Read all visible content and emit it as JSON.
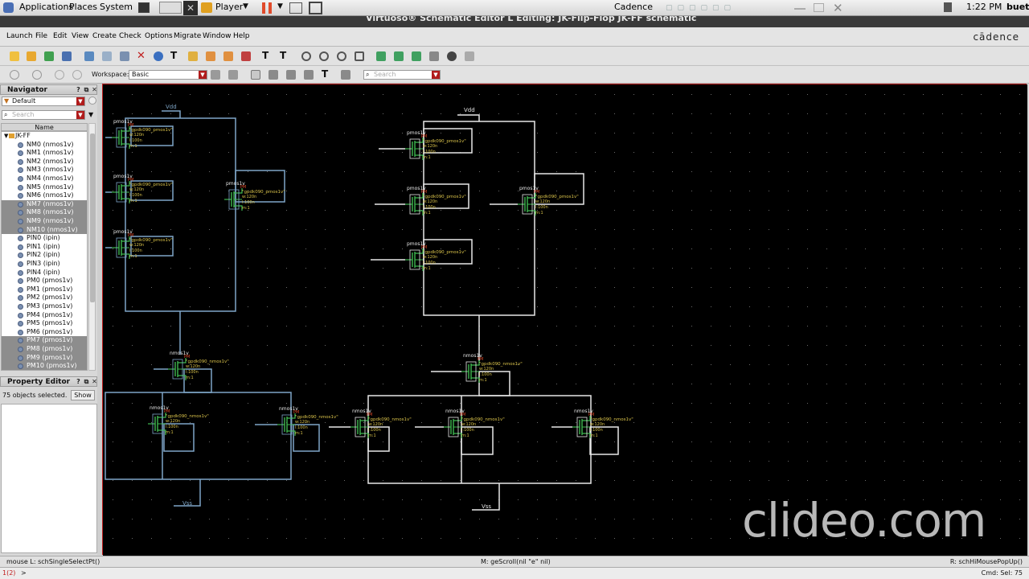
{
  "topbar": {
    "applications": "Applications",
    "places": "Places",
    "system": "System",
    "player": "Player",
    "cadence_label": "Cadence",
    "time": "1:22 PM",
    "user": "buet"
  },
  "window": {
    "title": "Virtuoso® Schematic Editor L Editing: JK-Flip-Flop JK-FF schematic"
  },
  "menubar": {
    "items": [
      "Launch",
      "File",
      "Edit",
      "View",
      "Create",
      "Check",
      "Options",
      "Migrate",
      "Window",
      "Help"
    ],
    "brand": "cādence"
  },
  "toolbar2": {
    "workspace_label": "Workspace:",
    "workspace_value": "Basic",
    "search_placeholder": "Search"
  },
  "navigator": {
    "title": "Navigator",
    "filter": "Default",
    "search_placeholder": "Search",
    "column": "Name",
    "root": "JK-FF",
    "items": [
      {
        "label": "NM0 (nmos1v)",
        "selected": false
      },
      {
        "label": "NM1 (nmos1v)",
        "selected": false
      },
      {
        "label": "NM2 (nmos1v)",
        "selected": false
      },
      {
        "label": "NM3 (nmos1v)",
        "selected": false
      },
      {
        "label": "NM4 (nmos1v)",
        "selected": false
      },
      {
        "label": "NM5 (nmos1v)",
        "selected": false
      },
      {
        "label": "NM6 (nmos1v)",
        "selected": false
      },
      {
        "label": "NM7 (nmos1v)",
        "selected": true
      },
      {
        "label": "NM8 (nmos1v)",
        "selected": true
      },
      {
        "label": "NM9 (nmos1v)",
        "selected": true
      },
      {
        "label": "NM10 (nmos1v)",
        "selected": true
      },
      {
        "label": "PIN0 (ipin)",
        "selected": false
      },
      {
        "label": "PIN1 (ipin)",
        "selected": false
      },
      {
        "label": "PIN2 (ipin)",
        "selected": false
      },
      {
        "label": "PIN3 (ipin)",
        "selected": false
      },
      {
        "label": "PIN4 (ipin)",
        "selected": false
      },
      {
        "label": "PM0 (pmos1v)",
        "selected": false
      },
      {
        "label": "PM1 (pmos1v)",
        "selected": false
      },
      {
        "label": "PM2 (pmos1v)",
        "selected": false
      },
      {
        "label": "PM3 (pmos1v)",
        "selected": false
      },
      {
        "label": "PM4 (pmos1v)",
        "selected": false
      },
      {
        "label": "PM5 (pmos1v)",
        "selected": false
      },
      {
        "label": "PM6 (pmos1v)",
        "selected": false
      },
      {
        "label": "PM7 (pmos1v)",
        "selected": true
      },
      {
        "label": "PM8 (pmos1v)",
        "selected": true
      },
      {
        "label": "PM9 (pmos1v)",
        "selected": true
      },
      {
        "label": "PM10 (pmos1v)",
        "selected": true
      }
    ]
  },
  "property_editor": {
    "title": "Property Editor",
    "status": "75 objects selected.",
    "show_button": "Show"
  },
  "schematic": {
    "vdd_label": "Vdd",
    "vss_label": "Vss",
    "pmos_name": "pmos1v",
    "nmos_name": "nmos1v",
    "pmos_model": "\"gpdk090_pmos1v\"",
    "nmos_model": "\"gpdk090_nmos1v\"",
    "width": "w:120n",
    "length": "l:100n",
    "mult": "m:1"
  },
  "status": {
    "left": "mouse L: schSingleSelectPt()",
    "middle": "M: geScroll(nil \"e\" nil)",
    "right": "R: schHiMousePopUp()"
  },
  "cmdbar": {
    "index": "1(2)",
    "prompt": ">",
    "right": "Cmd: Sel: 75"
  },
  "watermark": "clideo.com",
  "colors": {
    "canvas_bg": "#000000",
    "wire": "#e8e8e8",
    "wire_selected": "#7fa6c8",
    "instance_box": "#e8e8e8",
    "device_green": "#3fb850",
    "label_red": "#e04a2a",
    "label_yellow": "#d9c24a",
    "grid": "#6a6a6a"
  }
}
